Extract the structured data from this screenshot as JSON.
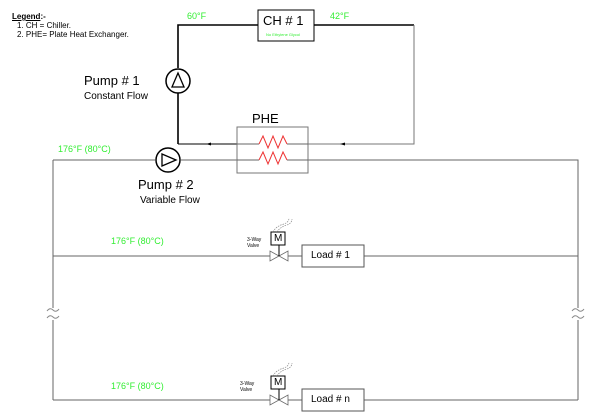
{
  "legend": {
    "title": "Legend",
    "title_suffix": ":-",
    "items": [
      "1.  CH = Chiller.",
      "2.  PHE= Plate Heat Exchanger."
    ]
  },
  "chiller": {
    "label": "CH # 1",
    "sublabel": "No Ethylene Glycol",
    "return_temp": "60°F",
    "supply_temp": "42°F"
  },
  "pump1": {
    "title": "Pump # 1",
    "subtitle": "Constant Flow"
  },
  "pump2": {
    "title": "Pump # 2",
    "subtitle": "Variable Flow"
  },
  "phe": {
    "label": "PHE"
  },
  "hot_loop": {
    "supply_temp": "176°F (80°C)"
  },
  "branches": [
    {
      "temp": "176°F (80°C)",
      "valve_label_line1": "3-Way",
      "valve_label_line2": "Valve",
      "actuator": "M",
      "load": "Load # 1"
    },
    {
      "temp": "176°F (80°C)",
      "valve_label_line1": "3-Way",
      "valve_label_line2": "Valve",
      "actuator": "M",
      "load": "Load # n"
    }
  ],
  "colors": {
    "pipe_chilled": "#000000",
    "pipe_hot": "#666666",
    "temperature_text": "#33ee33",
    "heat_exchanger_coil": "#ee3333"
  }
}
